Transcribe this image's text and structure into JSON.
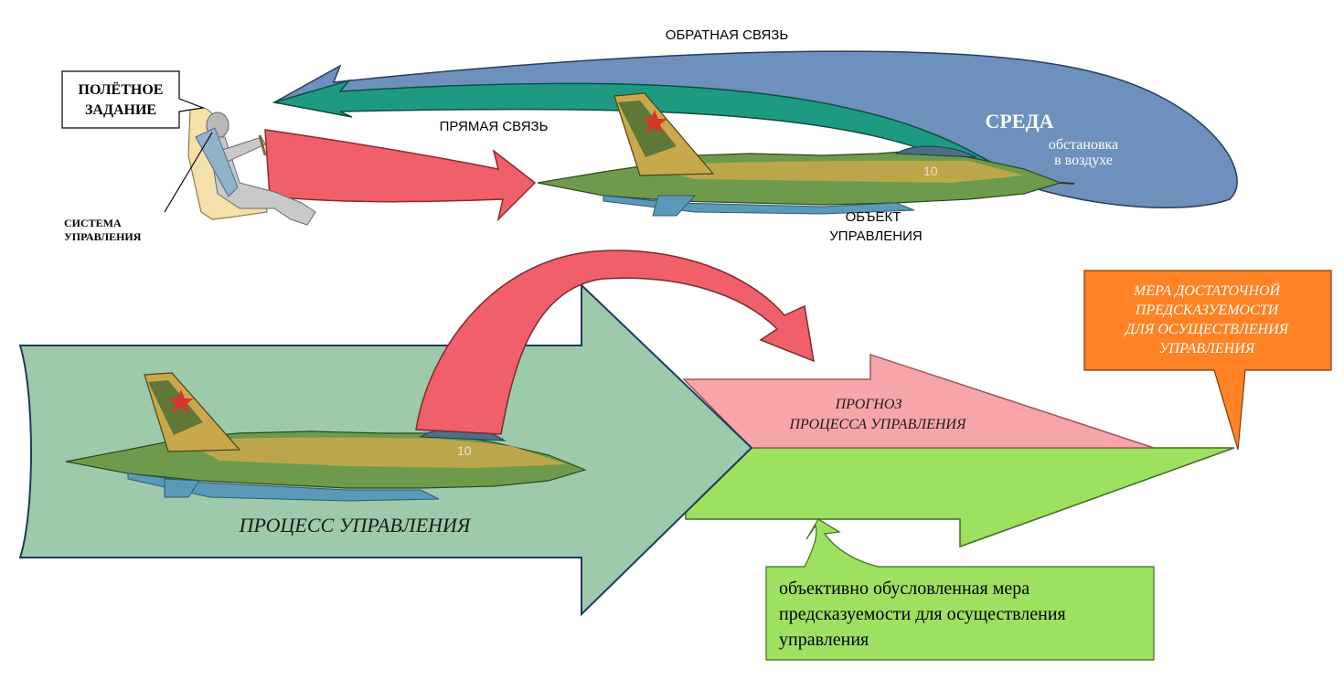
{
  "labels": {
    "feedback": "ОБРАТНАЯ СВЯЗЬ",
    "forward": "ПРЯМАЯ СВЯЗЬ",
    "task_line1": "ПОЛЁТНОЕ",
    "task_line2": "ЗАДАНИЕ",
    "control_system_line1": "СИСТЕМА",
    "control_system_line2": "УПРАВЛЕНИЯ",
    "environment_title": "СРЕДА",
    "environment_sub1": "обстановка",
    "environment_sub2": "в воздухе",
    "object_line1": "ОБЪЕКТ",
    "object_line2": "УПРАВЛЕНИЯ",
    "process": "ПРОЦЕСС УПРАВЛЕНИЯ",
    "forecast_line1": "ПРОГНОЗ",
    "forecast_line2": "ПРОЦЕССА УПРАВЛЕНИЯ",
    "sufficient_line1": "МЕРА ДОСТАТОЧНОЙ",
    "sufficient_line2": "ПРЕДСКАЗУЕМОСТИ",
    "sufficient_line3": "ДЛЯ ОСУЩЕСТВЛЕНИЯ",
    "sufficient_line4": "УПРАВЛЕНИЯ",
    "objective_line1": "объективно обусловленная мера",
    "objective_line2": "предсказуемости для осуществления",
    "objective_line3": "управления",
    "aircraft_number": "10"
  },
  "colors": {
    "blue_arrow": "#6e90bd",
    "teal_arrow": "#1e9a82",
    "red_arrow": "#f05f6a",
    "process_arrow": "#9ccaaa",
    "forecast_arrow": "#f7a5a8",
    "green_arrow": "#9ee060",
    "orange_box": "#ff8224",
    "green_box": "#9ee060"
  }
}
